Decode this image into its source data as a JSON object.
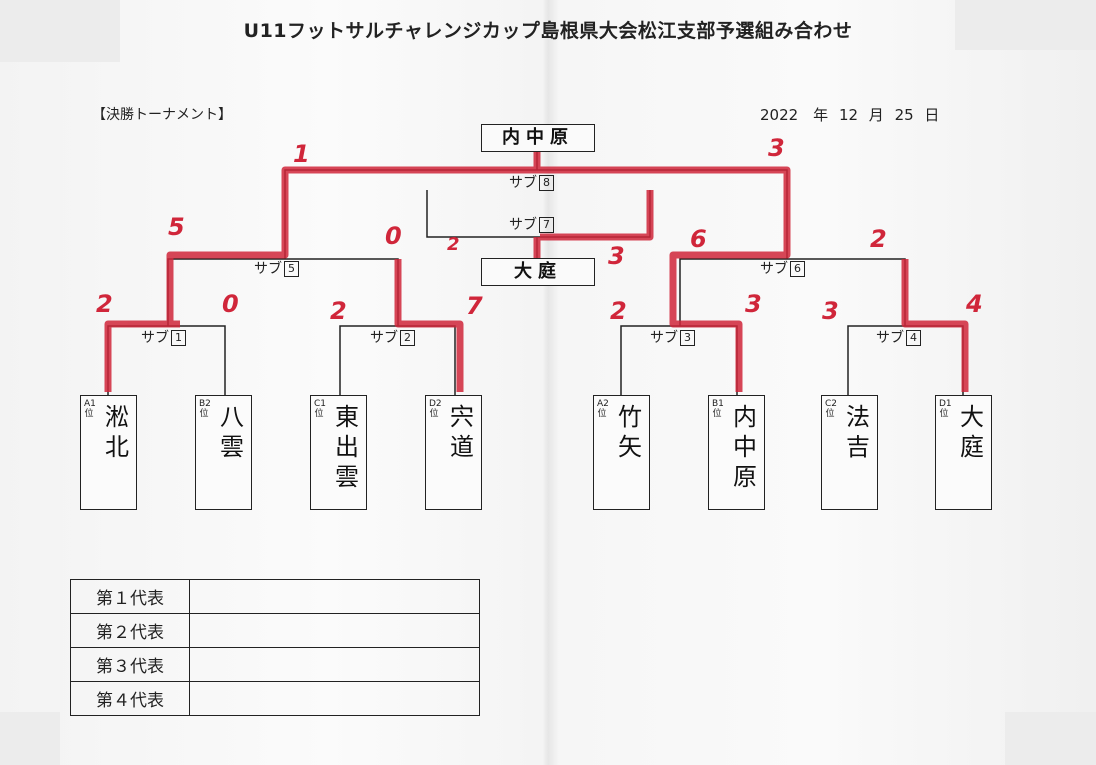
{
  "title": "U11フットサルチャレンジカップ島根県大会松江支部予選組み合わせ",
  "subtitle": "【決勝トーナメント】",
  "date": "2022　年 12 月 25 日",
  "winner_top": "内中原",
  "winner_third": "大庭",
  "match_prefix": "サブ",
  "matches": [
    "1",
    "2",
    "3",
    "4",
    "5",
    "6",
    "7",
    "8"
  ],
  "teams": [
    {
      "rank": "A1位",
      "name": "淞北"
    },
    {
      "rank": "B2位",
      "name": "八雲"
    },
    {
      "rank": "C1位",
      "name": "東出雲"
    },
    {
      "rank": "D2位",
      "name": "宍道"
    },
    {
      "rank": "A2位",
      "name": "竹矢"
    },
    {
      "rank": "B1位",
      "name": "内中原"
    },
    {
      "rank": "C2位",
      "name": "法吉"
    },
    {
      "rank": "D1位",
      "name": "大庭"
    }
  ],
  "scores": {
    "m1_left": "2",
    "m1_right": "0",
    "m2_left": "2",
    "m2_right": "7",
    "m3_left": "2",
    "m3_right": "3",
    "m4_left": "3",
    "m4_right": "4",
    "m5_left": "5",
    "m5_right": "0",
    "m6_left": "6",
    "m6_right": "2",
    "m8_left": "1",
    "m8_right": "3",
    "m7_left": "2",
    "m7_right": "3"
  },
  "representatives": [
    {
      "label": "第１代表",
      "value": ""
    },
    {
      "label": "第２代表",
      "value": ""
    },
    {
      "label": "第３代表",
      "value": ""
    },
    {
      "label": "第４代表",
      "value": ""
    }
  ],
  "colors": {
    "ink": "#222222",
    "highlight": "#d0263a"
  }
}
